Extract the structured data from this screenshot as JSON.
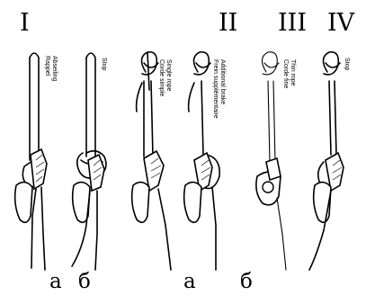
{
  "roman_labels": [
    "I",
    "II",
    "III",
    "IV"
  ],
  "bottom_labels": [
    "а",
    "б",
    "а",
    "б"
  ],
  "figures": [
    {
      "lines": [
        "Rappel",
        "Abseiling"
      ]
    },
    {
      "lines": [
        "Stop"
      ]
    },
    {
      "lines": [
        "Corde simple",
        "Single rope"
      ]
    },
    {
      "lines": [
        "Frein supplémentaire",
        "Additional brake"
      ]
    },
    {
      "lines": [
        "Corde fine",
        "Thin rope"
      ]
    },
    {
      "lines": [
        "Stop"
      ]
    }
  ]
}
